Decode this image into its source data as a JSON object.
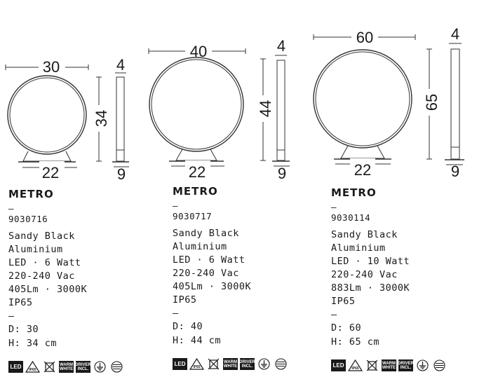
{
  "products": [
    {
      "dims": {
        "diameter": "30",
        "height": "34",
        "depth": "4",
        "base_width": "22",
        "base_depth": "9"
      },
      "name": "METRO",
      "code": "— 9030716",
      "specs": [
        "Sandy Black",
        "Aluminium",
        "LED · 6 Watt",
        "220-240 Vac",
        "405Lm · 3000K",
        "IP65"
      ],
      "separator": "—",
      "size_d": "D: 30",
      "size_h": "H: 34 cm"
    },
    {
      "dims": {
        "diameter": "40",
        "height": "44",
        "depth": "4",
        "base_width": "22",
        "base_depth": "9"
      },
      "name": "METRO",
      "code": "— 9030717",
      "specs": [
        "Sandy Black",
        "Aluminium",
        "LED · 6 Watt",
        "220-240 Vac",
        "405Lm · 3000K",
        "IP65"
      ],
      "separator": "—",
      "size_d": "D: 40",
      "size_h": "H: 44 cm"
    },
    {
      "dims": {
        "diameter": "60",
        "height": "65",
        "depth": "4",
        "base_width": "22",
        "base_depth": "9"
      },
      "name": "METRO",
      "code": "— 9030114",
      "specs": [
        "Sandy Black",
        "Aluminium",
        "LED · 10 Watt",
        "220-240 Vac",
        "883Lm · 3000K",
        "IP65"
      ],
      "separator": "—",
      "size_d": "D: 60",
      "size_h": "H: 65 cm"
    }
  ],
  "icons": {
    "led": "LED",
    "ip": "IP65",
    "warm_1": "WARM",
    "warm_2": "WHITE",
    "driver_1": "DRIVER",
    "driver_2": "INCL."
  }
}
